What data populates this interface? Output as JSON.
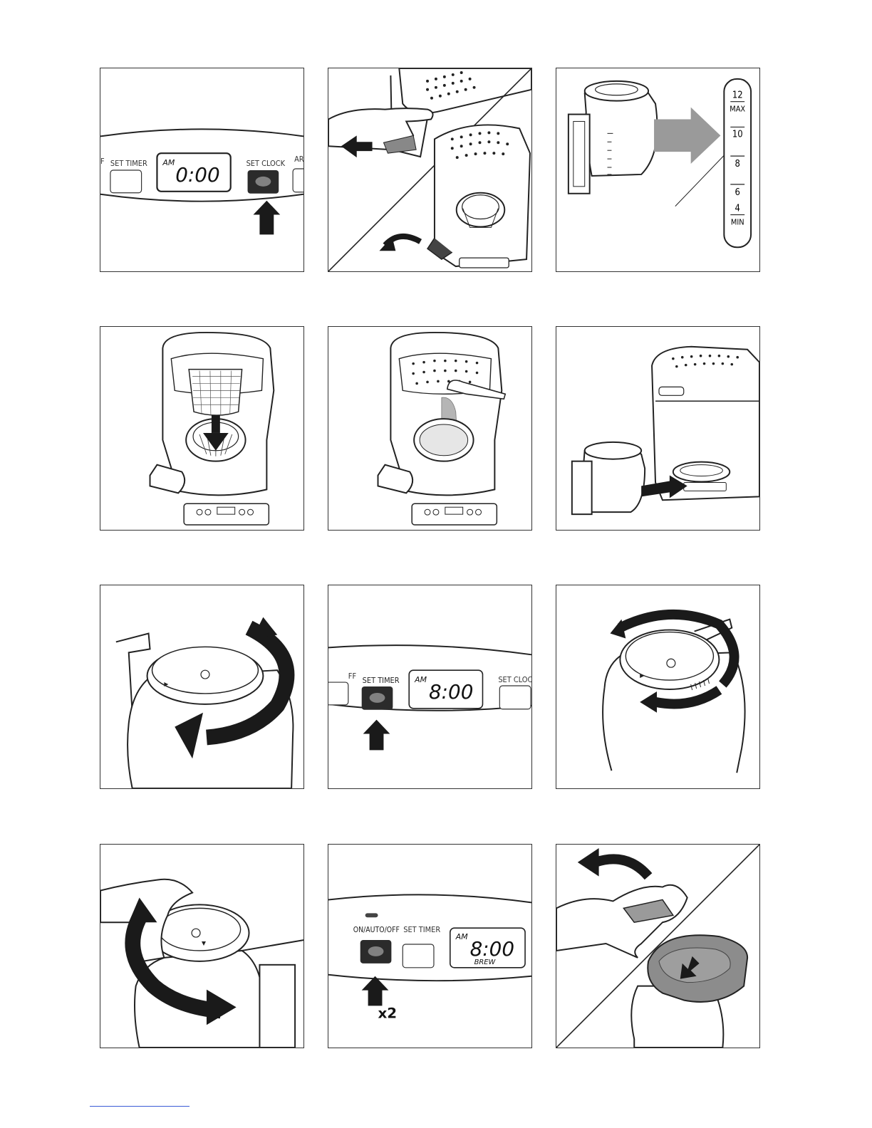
{
  "panels": [
    {
      "id": 1,
      "buttons": [
        "F",
        "SET TIMER",
        "SET CLOCK",
        "AR"
      ],
      "display": {
        "ampm": "AM",
        "time": "0:00"
      }
    },
    {
      "id": 2
    },
    {
      "id": 3,
      "scale": [
        "12",
        "MAX",
        "10",
        "8",
        "6",
        "4",
        "MIN"
      ]
    },
    {
      "id": 4
    },
    {
      "id": 5
    },
    {
      "id": 6
    },
    {
      "id": 7
    },
    {
      "id": 8,
      "buttons": [
        "FF",
        "SET TIMER",
        "SET CLOCK"
      ],
      "display": {
        "ampm": "AM",
        "time": "8:00"
      }
    },
    {
      "id": 9
    },
    {
      "id": 10
    },
    {
      "id": 11,
      "buttons": [
        "ON/AUTO/OFF",
        "SET TIMER"
      ],
      "display": {
        "ampm": "AM",
        "time": "8:00",
        "mode": "BREW"
      },
      "press_count": "x2"
    },
    {
      "id": 12
    }
  ],
  "colors": {
    "line": "#222222",
    "arrow_dark": "#1a1a1a",
    "arrow_grey": "#9a9a9a",
    "pressed_button": "#2b2b2b"
  }
}
